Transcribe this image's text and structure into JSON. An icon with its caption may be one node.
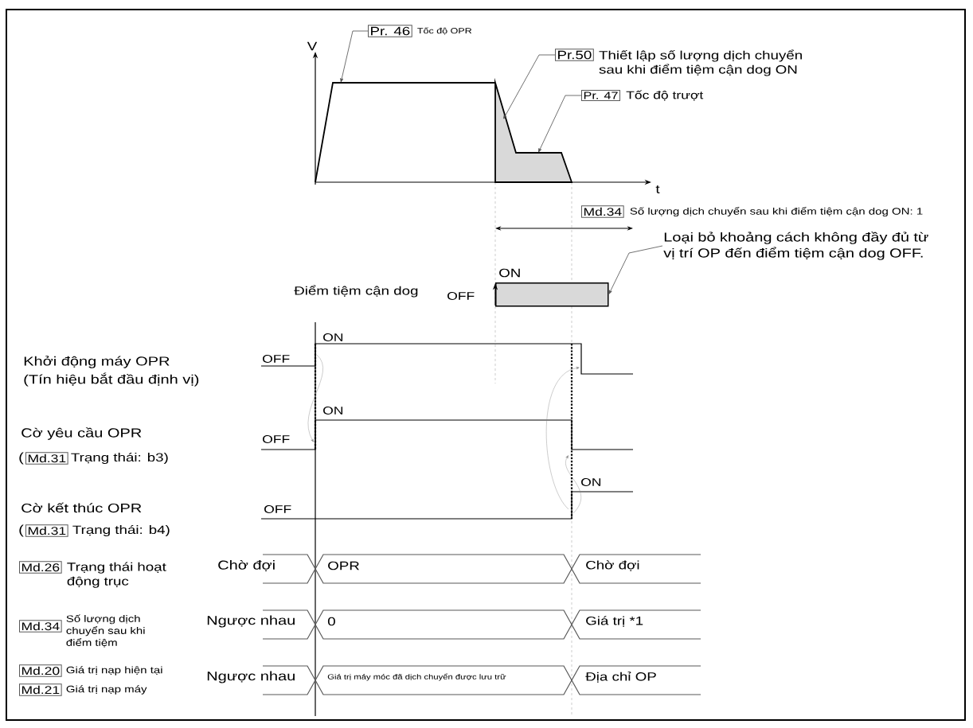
{
  "diagram": {
    "nodes": [
      {
        "text": [
          "Pr. 46"
        ],
        "beside": [
          "Tốc độ OPR"
        ]
      },
      {
        "text": [
          "Pr.50"
        ],
        "beside": [
          "Thiết lập số lượng dịch chuyển sau khi điểm tiệm cận dog ON"
        ]
      },
      {
        "text": [
          "Pr. 47"
        ],
        "beside": [
          "Tốc độ trượt"
        ]
      },
      {
        "text": [],
        "shape": "picture"
      },
      {
        "text": [
          "Md.34"
        ],
        "beside": [
          "Số lượng dịch chuyển sau khi điểm tiệm cận dog ON: 1"
        ]
      },
      {
        "text": [
          "Loại bỏ khoảng cách không đầy đủ từ vị trí OP đến điểm tiệm cận dog OFF."
        ]
      },
      {
        "text": [],
        "shape": "box",
        "beside": [
          "ON"
        ]
      },
      {
        "text": [
          "Md.31"
        ],
        "beside": [
          "(",
          "Trạng thái: b3)"
        ]
      },
      {
        "text": [
          "Md.31"
        ],
        "beside": [
          "(",
          "Trạng thái: b4)"
        ]
      },
      {
        "text": [
          "Md.26"
        ],
        "beside": [
          "Trạng thái hoạt động trục"
        ]
      },
      {
        "text": [
          "Chờ đợi"
        ]
      },
      {
        "text": [
          "OPR"
        ]
      },
      {
        "text": [
          "Chờ đợi"
        ]
      },
      {
        "text": [
          "Md.34"
        ],
        "beside": [
          "Số lượng dịch chuyển sau khi điểm tiệm"
        ]
      },
      {
        "text": [
          "Ngược nhau"
        ]
      },
      {
        "text": [
          "0"
        ]
      },
      {
        "text": [
          "Giá trị *1"
        ]
      },
      {
        "text": [
          "Md.20"
        ],
        "beside": [
          "Giá trị nạp hiện tại"
        ]
      },
      {
        "text": [
          "Md.21"
        ],
        "beside": [
          "Giá trị nạp máy"
        ]
      },
      {
        "text": [
          "Ngược nhau"
        ]
      },
      {
        "text": [
          "Giá trị máy móc đã dịch chuyển được lưu trữ"
        ]
      },
      {
        "text": [
          "Địa chỉ OP"
        ]
      }
    ],
    "edges": [
      {
        "from": 0,
        "to": 3,
        "arrow": "to"
      },
      {
        "from": 1,
        "to": 3,
        "arrow": "to"
      },
      {
        "from": 2,
        "to": 3,
        "arrow": "to"
      },
      {
        "from": 5,
        "to": 6,
        "arrow": "to"
      }
    ],
    "labels": [
      "V",
      "t",
      "Điểm tiệm cận dog",
      "OFF",
      "Khởi động máy OPR",
      "(Tín hiệu bắt đầu định vị)",
      "ON",
      "OFF",
      "Cờ yêu cầu OPR",
      "ON",
      "OFF",
      "ON",
      "Cờ kết thúc OPR",
      "OFF"
    ]
  }
}
